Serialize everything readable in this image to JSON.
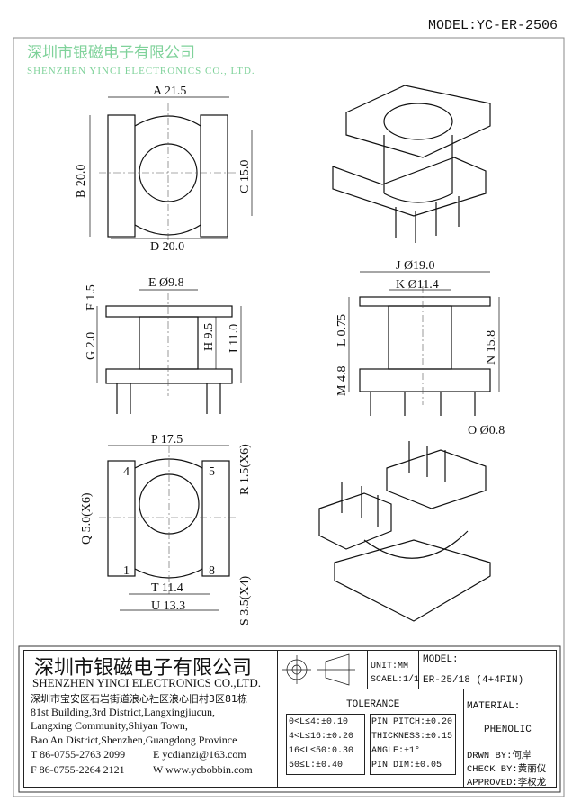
{
  "header": {
    "model": "MODEL:YC-ER-2506"
  },
  "watermark": {
    "cn": "深圳市银磁电子有限公司",
    "en": "SHENZHEN YINCI ELECTRONICS CO., LTD."
  },
  "dimensions": {
    "A": "A 21.5",
    "B": "B 20.0",
    "C": "C 15.0",
    "D": "D 20.0",
    "E": "E Ø9.8",
    "F": "F 1.5",
    "G": "G 2.0",
    "H": "H 9.5",
    "I": "I 11.0",
    "J": "J Ø19.0",
    "K": "K Ø11.4",
    "L": "L 0.75",
    "M": "M 4.8",
    "N": "N 15.8",
    "O": "O Ø0.8",
    "P": "P 17.5",
    "Q": "Q 5.0(X6)",
    "R": "R 1.5(X6)",
    "S": "S 3.5(X4)",
    "T": "T 11.4",
    "U": "U 13.3"
  },
  "pins": [
    "4",
    "5",
    "1",
    "8"
  ],
  "title_block": {
    "company_cn": "深圳市银磁电子有限公司",
    "company_en": "SHENZHEN YINCI ELECTRONICS CO.,LTD.",
    "unit": "UNIT:MM",
    "scale": "SCAEL:1/1",
    "model_label": "MODEL:",
    "model_value": "ER-25/18 (4+4PIN)",
    "address_cn": "深圳市宝安区石岩街道浪心社区浪心旧村3区81栋",
    "address_en": [
      "81st Building,3rd District,Langxingjiucun,",
      "Langxing Community,Shiyan Town,",
      "Bao'An District,Shenzhen,Guangdong Province"
    ],
    "tel": "T 86-0755-2763 2099",
    "email": "E ycdianzi@163.com",
    "fax": "F 86-0755-2264 2121",
    "web": "W www.ycbobbin.com",
    "tolerance_title": "TOLERANCE",
    "tolerance_left": [
      "0<L≤4:±0.10",
      "4<L≤16:±0.20",
      "16<L≤50:0.30",
      "50≤L:±0.40"
    ],
    "tolerance_right": [
      "PIN PITCH:±0.20",
      "THICKNESS:±0.15",
      "ANGLE:±1°",
      "PIN DIM:±0.05"
    ],
    "material_label": "MATERIAL:",
    "material_value": "PHENOLIC",
    "drawn_by": "DRWN BY:何岸",
    "check_by": "CHECK BY:黄丽仪",
    "approved": "APPROVED:李权龙"
  }
}
